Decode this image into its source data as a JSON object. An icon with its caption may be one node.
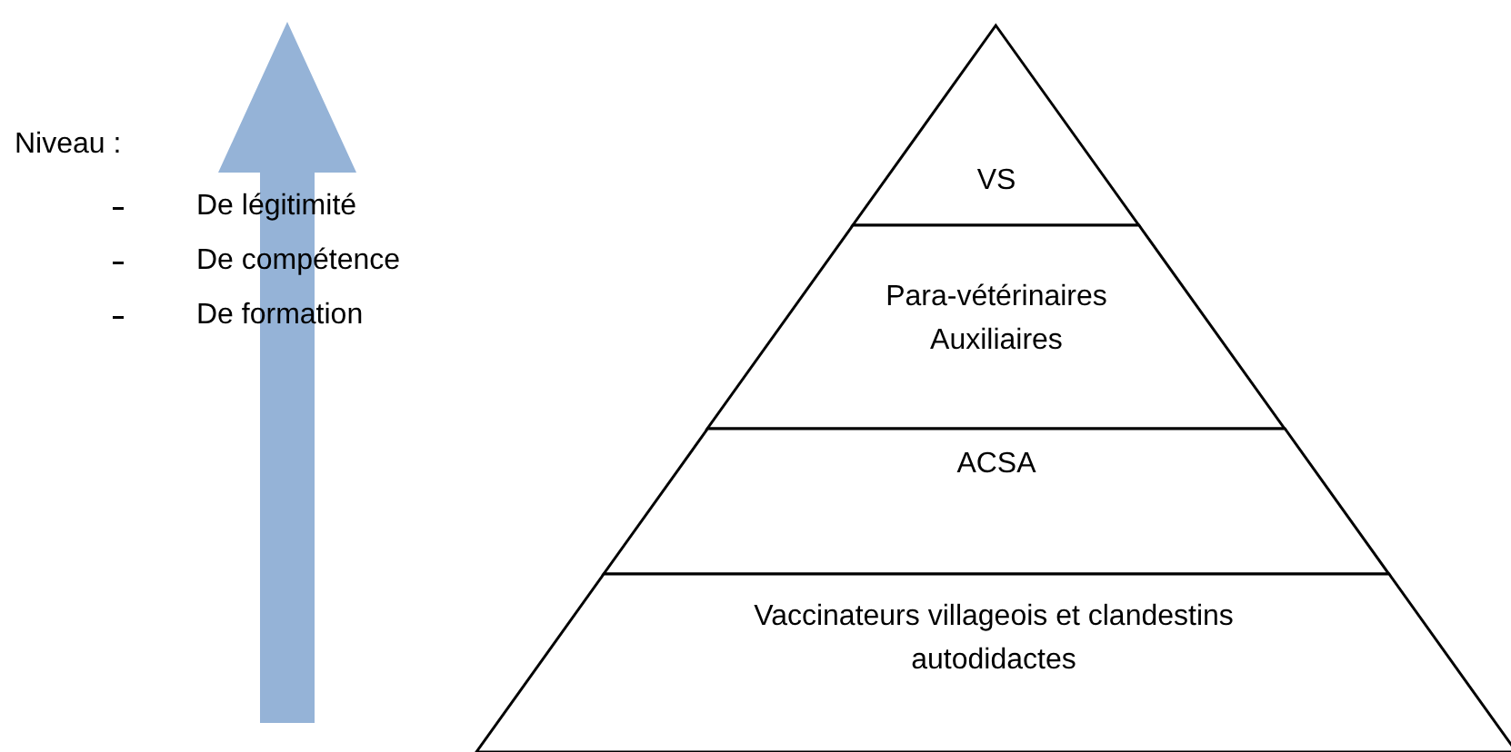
{
  "diagram": {
    "nodes": [
      {
        "text": [
          "VS"
        ]
      },
      {
        "text": [
          "Para-vétérinaires Auxiliaires"
        ]
      },
      {
        "text": [
          "ACSA"
        ]
      },
      {
        "text": [
          "Vaccinateurs villageois et clandestins autodidactes"
        ]
      }
    ],
    "labels": [
      "Niveau :",
      "De légitimité",
      "De compétence",
      "De formation"
    ]
  }
}
